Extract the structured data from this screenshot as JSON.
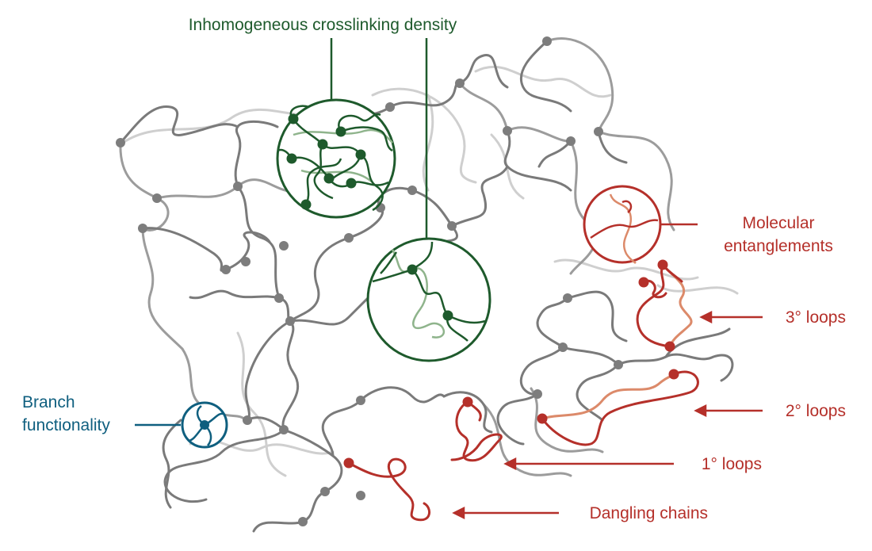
{
  "labels": {
    "inhomogeneous": "Inhomogeneous crosslinking density",
    "molecular_1": "Molecular",
    "molecular_2": "entanglements",
    "loops3": "3° loops",
    "loops2": "2° loops",
    "loops1": "1° loops",
    "dangling": "Dangling chains",
    "branch_1": "Branch",
    "branch_2": "functionality"
  },
  "colors": {
    "green": "#1e5a2c",
    "green_light": "#8fb48c",
    "red": "#b5302a",
    "red_light": "#dc8a6a",
    "teal": "#0f5f7f",
    "gray": "#6e6e6e",
    "gray_mid": "#9c9c9c",
    "gray_light": "#cfcfcf",
    "node": "#7d7d7d"
  }
}
